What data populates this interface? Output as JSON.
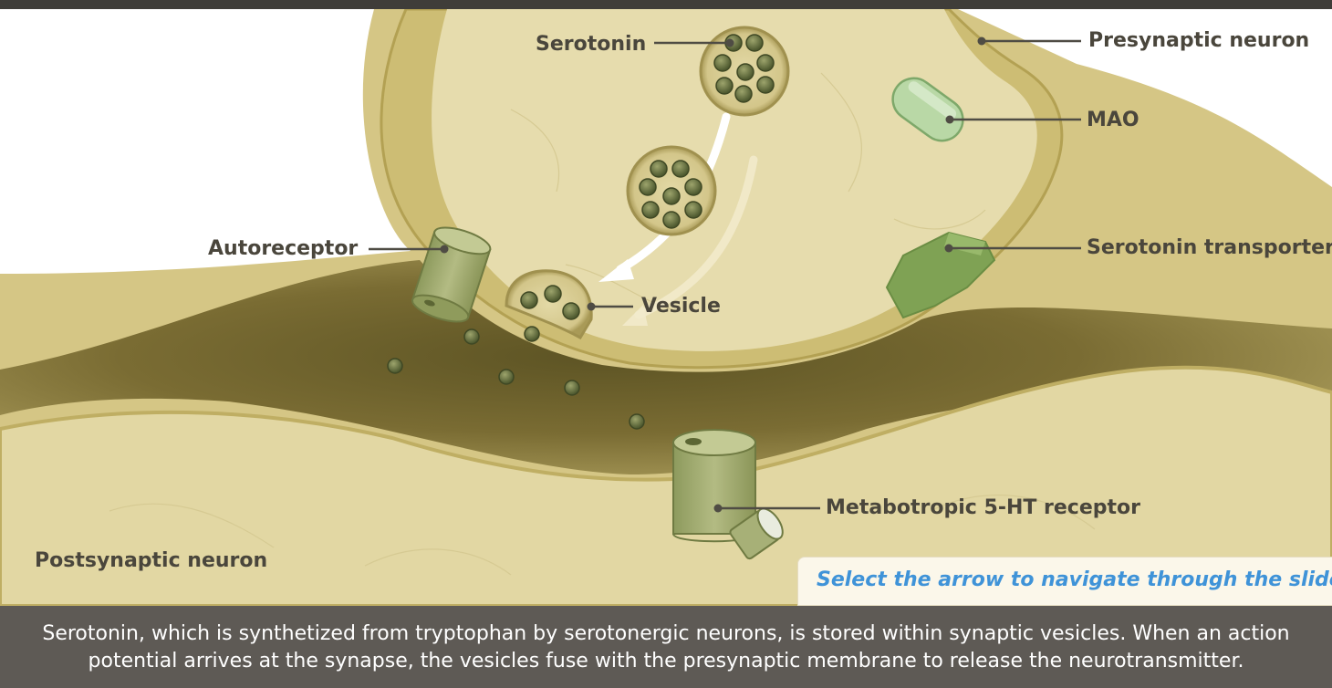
{
  "labels": {
    "serotonin": "Serotonin",
    "presynaptic_neuron": "Presynaptic neuron",
    "mao": "MAO",
    "autoreceptor": "Autoreceptor",
    "serotonin_transporter": "Serotonin transporter",
    "vesicle": "Vesicle",
    "metabotropic_receptor": "Metabotropic 5-HT receptor",
    "postsynaptic_neuron": "Postsynaptic neuron"
  },
  "hint": "Select the arrow to navigate through the slides.",
  "caption": "Serotonin, which is synthetized from tryptophan by serotonergic neurons, is stored within synaptic vesicles. When an action potential arrives at the synapse, the vesicles fuse with the presynaptic membrane to release the neurotransmitter.",
  "colors": {
    "cell_fill": "#e0d6a4",
    "cleft": "#6f6430",
    "receptor": "#a3ad72",
    "transporter": "#7fa254",
    "mao": "#b9d8a6",
    "caption_bar": "#5e5a55",
    "hint_text": "#3f93d8"
  }
}
